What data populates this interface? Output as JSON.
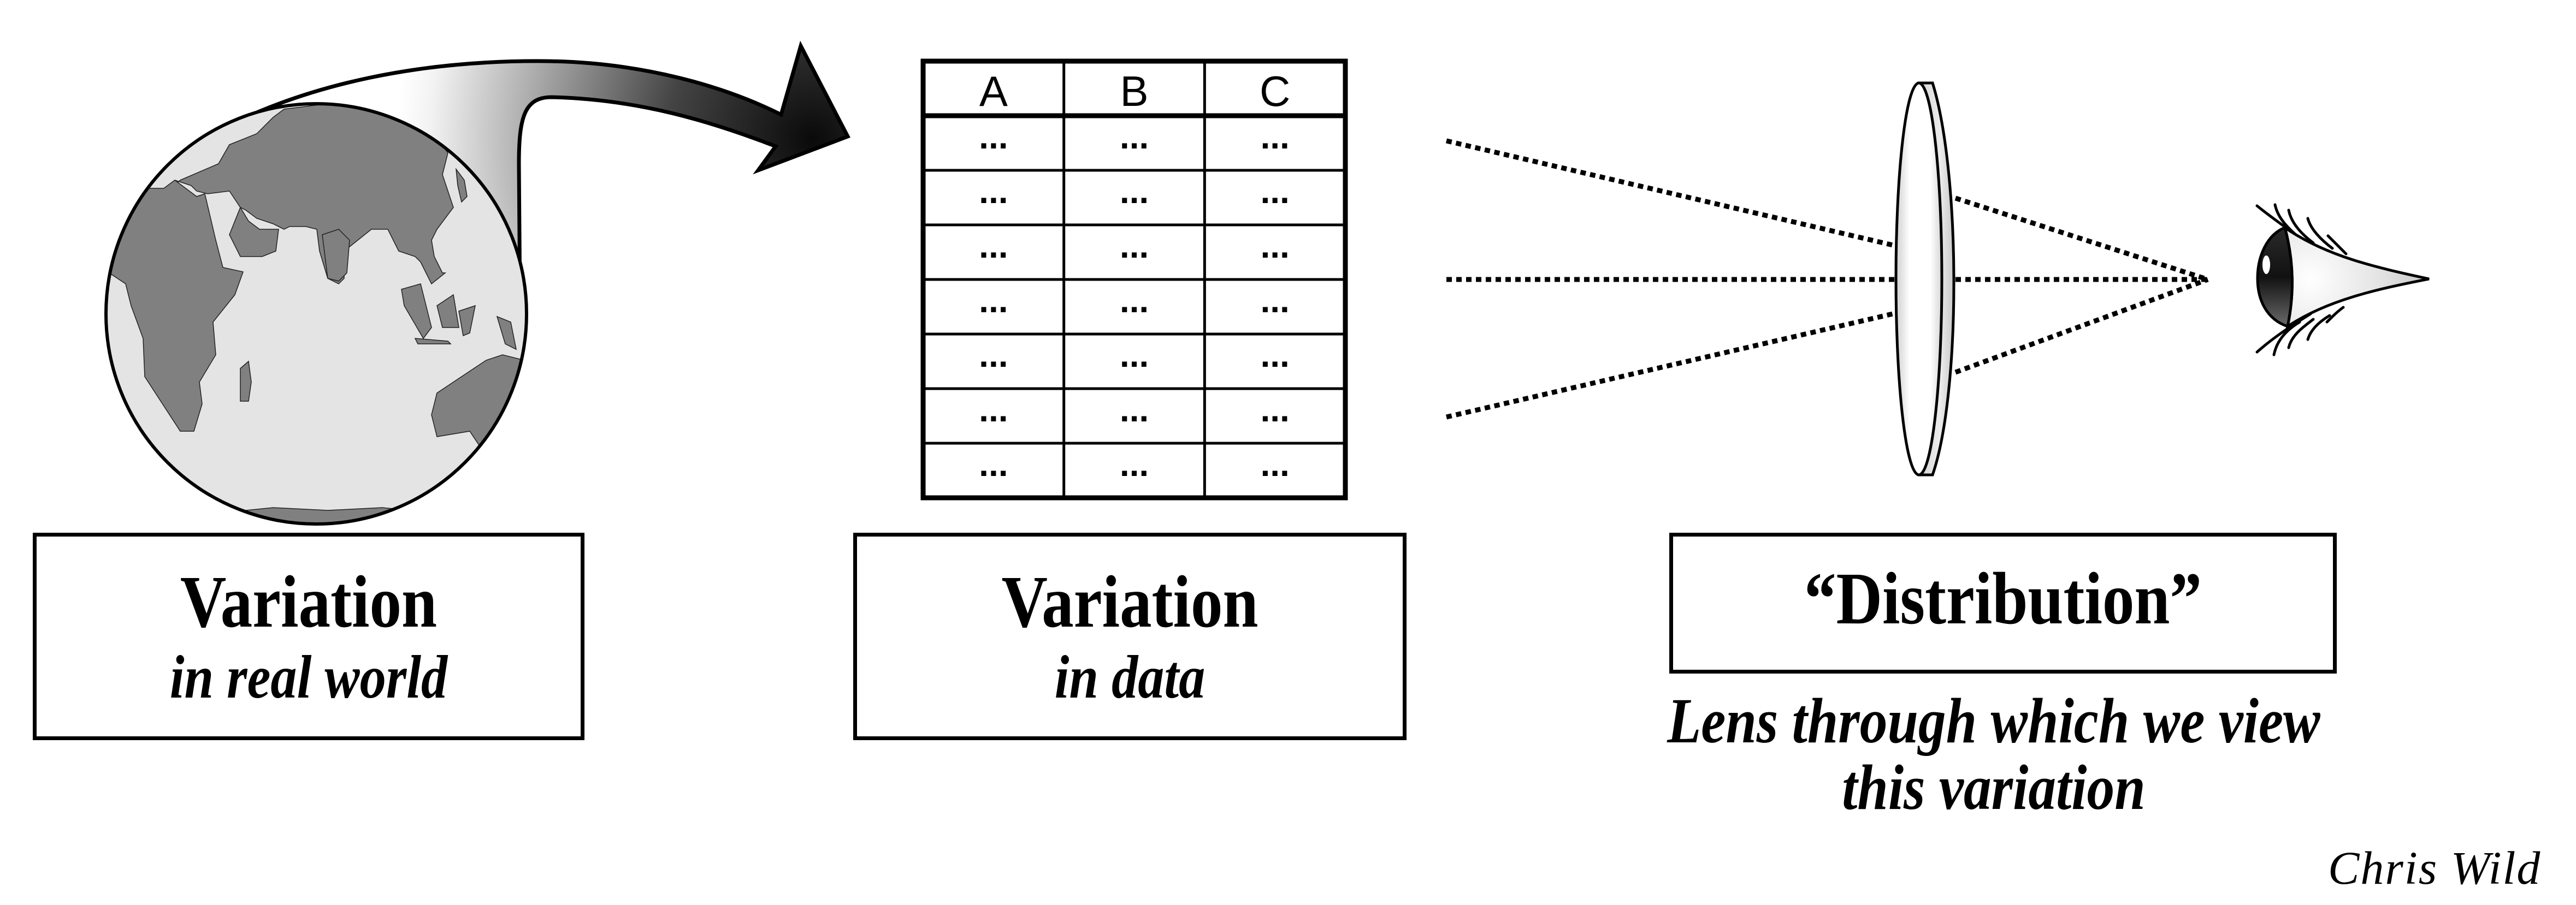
{
  "diagram": {
    "panels": [
      {
        "id": "real-world",
        "title": "Variation",
        "subtitle": "in real world"
      },
      {
        "id": "data",
        "title": "Variation",
        "subtitle": "in data"
      },
      {
        "id": "distribution",
        "title": "“Distribution”"
      }
    ],
    "lens_caption": {
      "line1": "Lens through which we view",
      "line2": "this variation"
    },
    "signature": "Chris Wild",
    "table": {
      "headers": [
        "A",
        "B",
        "C"
      ],
      "rows": [
        [
          "...",
          "...",
          "..."
        ],
        [
          "...",
          "...",
          "..."
        ],
        [
          "...",
          "...",
          "..."
        ],
        [
          "...",
          "...",
          "..."
        ],
        [
          "...",
          "...",
          "..."
        ],
        [
          "...",
          "...",
          "..."
        ],
        [
          "...",
          "...",
          "..."
        ]
      ]
    },
    "icons": [
      "globe-icon",
      "curved-arrow-icon",
      "data-table-icon",
      "light-rays",
      "lens-icon",
      "eye-icon"
    ],
    "colors": {
      "land": "#808080",
      "ocean": "#e4e4e4",
      "ink": "#000000",
      "arrow_dark": "#1a1a1a",
      "lens_edge": "#cfcfcf"
    }
  }
}
